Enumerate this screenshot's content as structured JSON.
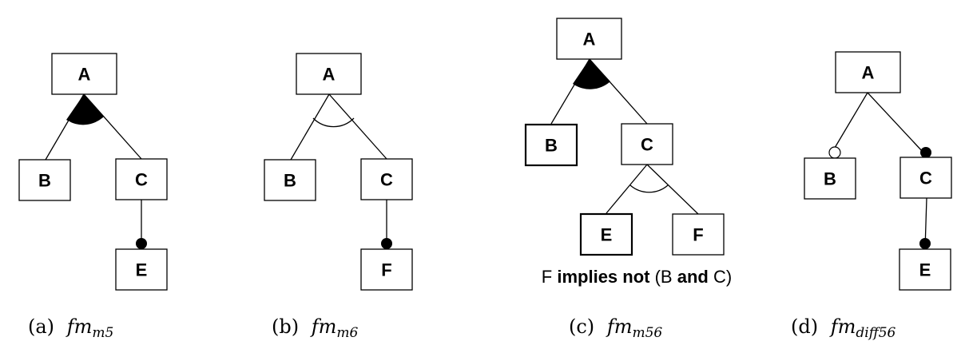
{
  "figure": {
    "panels": [
      {
        "id": "a",
        "caption_tag": "(a)",
        "caption_main": "fm",
        "caption_sub": "m5",
        "nodes": [
          {
            "id": "A",
            "label": "A"
          },
          {
            "id": "B",
            "label": "B"
          },
          {
            "id": "C",
            "label": "C"
          },
          {
            "id": "E",
            "label": "E"
          }
        ],
        "groups": [
          {
            "parent": "A",
            "children": [
              "B",
              "C"
            ],
            "type": "or",
            "marker": "filled-arc"
          }
        ],
        "edges": [
          {
            "parent": "C",
            "child": "E",
            "type": "mandatory",
            "marker": "filled-circle"
          }
        ]
      },
      {
        "id": "b",
        "caption_tag": "(b)",
        "caption_main": "fm",
        "caption_sub": "m6",
        "nodes": [
          {
            "id": "A",
            "label": "A"
          },
          {
            "id": "B",
            "label": "B"
          },
          {
            "id": "C",
            "label": "C"
          },
          {
            "id": "F",
            "label": "F"
          }
        ],
        "groups": [
          {
            "parent": "A",
            "children": [
              "B",
              "C"
            ],
            "type": "alternative",
            "marker": "open-arc"
          }
        ],
        "edges": [
          {
            "parent": "C",
            "child": "F",
            "type": "mandatory",
            "marker": "filled-circle"
          }
        ]
      },
      {
        "id": "c",
        "caption_tag": "(c)",
        "caption_main": "fm",
        "caption_sub": "m56",
        "nodes": [
          {
            "id": "A",
            "label": "A"
          },
          {
            "id": "B",
            "label": "B"
          },
          {
            "id": "C",
            "label": "C"
          },
          {
            "id": "E",
            "label": "E"
          },
          {
            "id": "F",
            "label": "F"
          }
        ],
        "groups": [
          {
            "parent": "A",
            "children": [
              "B",
              "C"
            ],
            "type": "or",
            "marker": "filled-arc"
          },
          {
            "parent": "C",
            "children": [
              "E",
              "F"
            ],
            "type": "alternative",
            "marker": "open-arc"
          }
        ],
        "edges": [],
        "constraint": {
          "parts": [
            {
              "text": "F ",
              "bold": false
            },
            {
              "text": "implies not ",
              "bold": true
            },
            {
              "text": "(B ",
              "bold": false
            },
            {
              "text": "and ",
              "bold": true
            },
            {
              "text": "C)",
              "bold": false
            }
          ]
        }
      },
      {
        "id": "d",
        "caption_tag": "(d)",
        "caption_main": "fm",
        "caption_sub": "diff56",
        "nodes": [
          {
            "id": "A",
            "label": "A"
          },
          {
            "id": "B",
            "label": "B"
          },
          {
            "id": "C",
            "label": "C"
          },
          {
            "id": "E",
            "label": "E"
          }
        ],
        "groups": [],
        "edges": [
          {
            "parent": "A",
            "child": "B",
            "type": "optional",
            "marker": "open-circle"
          },
          {
            "parent": "A",
            "child": "C",
            "type": "mandatory",
            "marker": "filled-circle"
          },
          {
            "parent": "C",
            "child": "E",
            "type": "mandatory",
            "marker": "filled-circle"
          }
        ]
      }
    ]
  }
}
